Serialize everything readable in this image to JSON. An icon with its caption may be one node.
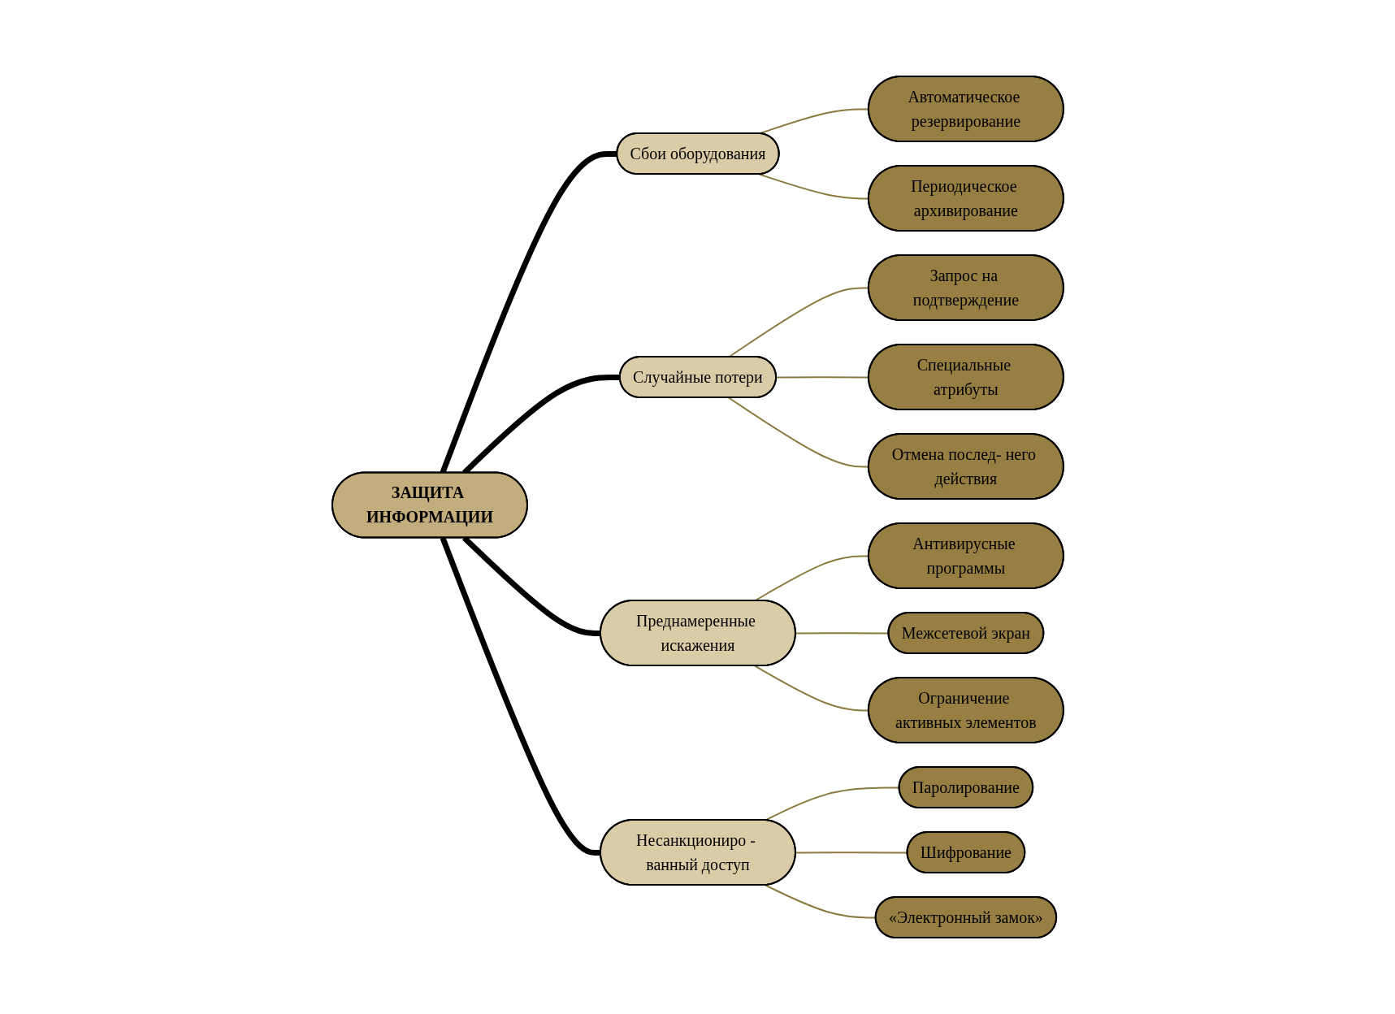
{
  "diagram": {
    "nodes": [
      {
        "text": [
          "ЗАЩИТА ИНФОРМАЦИИ"
        ]
      },
      {
        "text": [
          "Сбои оборудования"
        ]
      },
      {
        "text": [
          "Автоматическое резервирование"
        ]
      },
      {
        "text": [
          "Периодическое архивирование"
        ]
      },
      {
        "text": [
          "Случайные потери"
        ]
      },
      {
        "text": [
          "Запрос на подтверждение"
        ]
      },
      {
        "text": [
          "Специальные атрибуты"
        ]
      },
      {
        "text": [
          "Отмена послед- него действия"
        ]
      },
      {
        "text": [
          "Преднамеренные искажения"
        ]
      },
      {
        "text": [
          "Антивирусные программы"
        ]
      },
      {
        "text": [
          "Межсетевой экран"
        ]
      },
      {
        "text": [
          "Ограничение активных элементов"
        ]
      },
      {
        "text": [
          "Несанкциониро - ванный доступ"
        ]
      },
      {
        "text": [
          "Паролирование"
        ]
      },
      {
        "text": [
          "Шифрование"
        ]
      },
      {
        "text": [
          "«Электронный замок»"
        ]
      }
    ],
    "edges": [
      {
        "from": 0,
        "to": 1,
        "arrow": "none",
        "style": "thick",
        "color": "#000000"
      },
      {
        "from": 1,
        "to": 2,
        "arrow": "none"
      },
      {
        "from": 1,
        "to": 3,
        "arrow": "none"
      },
      {
        "from": 0,
        "to": 4,
        "arrow": "none",
        "style": "thick",
        "color": "#000000"
      },
      {
        "from": 4,
        "to": 5,
        "arrow": "none"
      },
      {
        "from": 4,
        "to": 6,
        "arrow": "none"
      },
      {
        "from": 4,
        "to": 7,
        "arrow": "none"
      },
      {
        "from": 0,
        "to": 8,
        "arrow": "none",
        "style": "thick",
        "color": "#000000"
      },
      {
        "from": 8,
        "to": 9,
        "arrow": "none"
      },
      {
        "from": 8,
        "to": 10,
        "arrow": "none"
      },
      {
        "from": 8,
        "to": 11,
        "arrow": "none"
      },
      {
        "from": 0,
        "to": 12,
        "arrow": "none",
        "style": "thick",
        "color": "#000000"
      },
      {
        "from": 12,
        "to": 13,
        "arrow": "none"
      },
      {
        "from": 12,
        "to": 14,
        "arrow": "none"
      },
      {
        "from": 12,
        "to": 15,
        "arrow": "none"
      }
    ]
  }
}
